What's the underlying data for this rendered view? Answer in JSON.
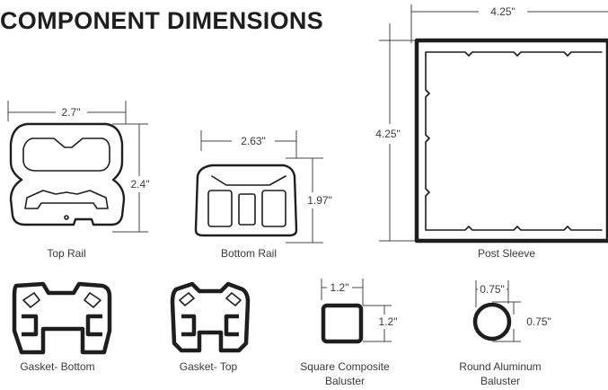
{
  "title": "COMPONENT DIMENSIONS",
  "components": [
    {
      "name": "Top Rail",
      "width": "2.7\"",
      "height": "2.4\""
    },
    {
      "name": "Bottom Rail",
      "width": "2.63\"",
      "height": "1.97\""
    },
    {
      "name": "Post Sleeve",
      "width": "4.25\"",
      "height": "4.25\""
    },
    {
      "name": "Gasket- Bottom"
    },
    {
      "name": "Gasket- Top"
    },
    {
      "name": "Square Composite Baluster",
      "name_lines": [
        "Square Composite",
        "Baluster"
      ],
      "width": "1.2\"",
      "height": "1.2\""
    },
    {
      "name": "Round Aluminum Baluster",
      "name_lines": [
        "Round Aluminum",
        "Baluster"
      ],
      "width": "0.75\"",
      "height": "0.75\""
    }
  ]
}
